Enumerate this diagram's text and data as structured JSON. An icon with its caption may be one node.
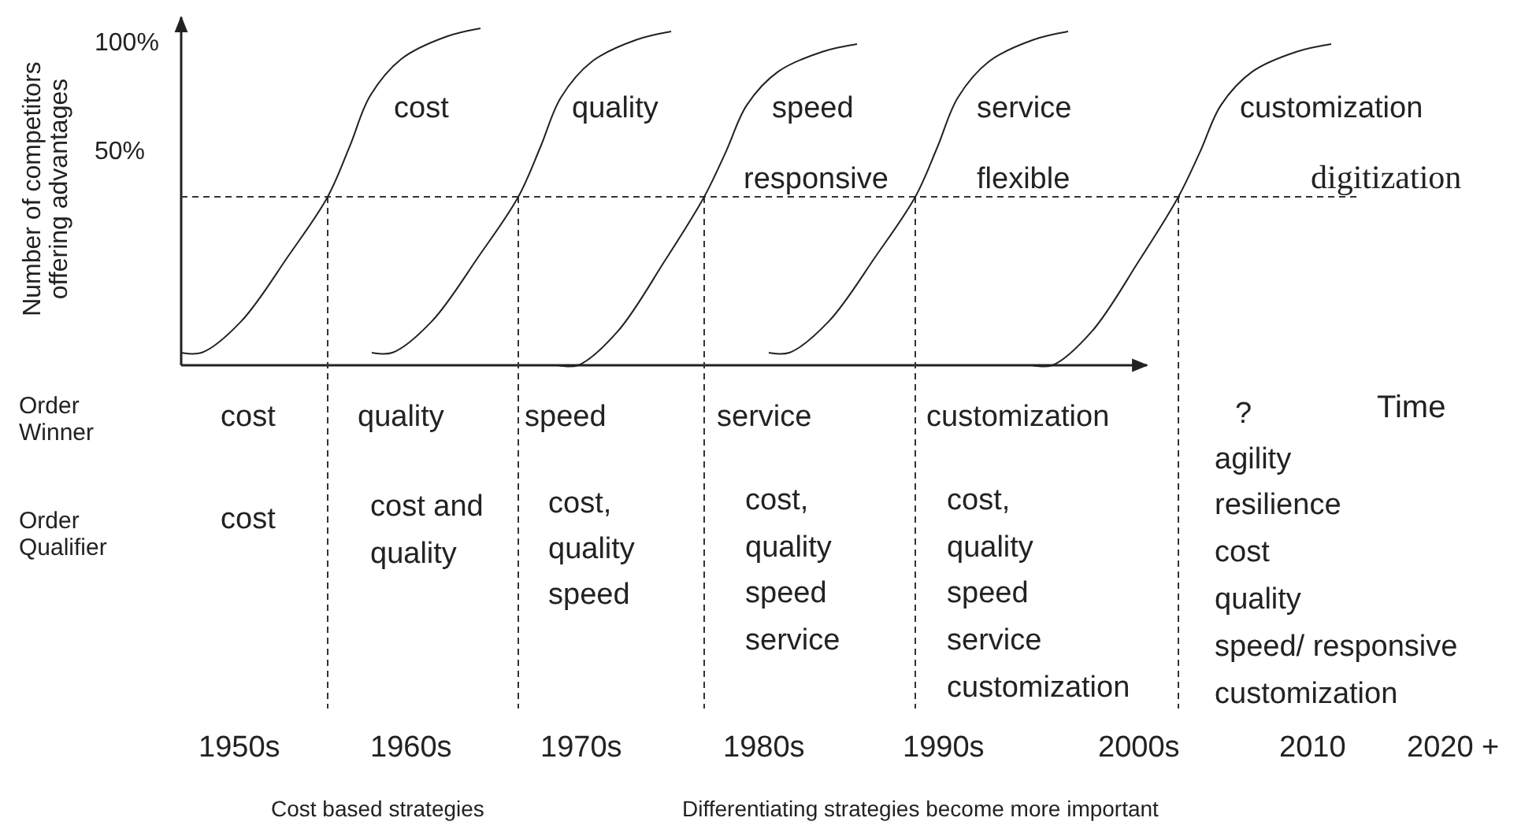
{
  "diagram": {
    "labels": [
      "Number of competitors offering advantages",
      "100%",
      "cost",
      "quality",
      "speed",
      "service",
      "customization",
      "responsive",
      "flexible",
      "digitization",
      "50%",
      "Order Winner",
      "cost",
      "quality",
      "speed",
      "service",
      "customization",
      "?",
      "Time",
      "agility",
      "Order Qualifier",
      "cost",
      "cost and",
      "cost,",
      "cost,",
      "cost,",
      "resilience",
      "quality",
      "quality",
      "quality",
      "quality",
      "cost",
      "speed",
      "speed",
      "speed",
      "quality",
      "service",
      "service",
      "speed/ responsive",
      "customization",
      "customization",
      "1950s",
      "1960s",
      "1970s",
      "1980s",
      "1990s",
      "2000s",
      "2010",
      "2020 +",
      "Cost based strategies",
      "Differentiating strategies become more important"
    ]
  }
}
